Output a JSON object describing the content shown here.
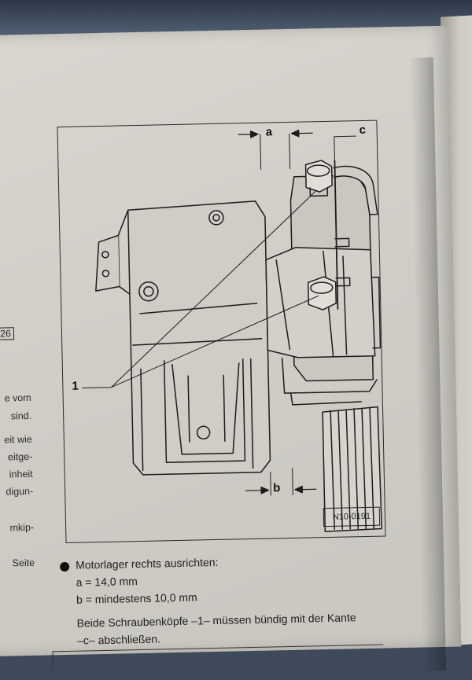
{
  "left_margin_texts": [
    {
      "text": "26",
      "boxed": true
    },
    {
      "text": "e vom"
    },
    {
      "text": "sind."
    },
    {
      "text": "eit wie"
    },
    {
      "text": "eitge-"
    },
    {
      "text": "inheit"
    },
    {
      "text": "digun-"
    },
    {
      "text": "mkip-"
    },
    {
      "text": "Seite"
    }
  ],
  "figure": {
    "label_a": "a",
    "label_b": "b",
    "label_c": "c",
    "label_1": "1",
    "reference": "N10-0191"
  },
  "instruction": {
    "title": "Motorlager rechts ausrichten:",
    "line_a": "a = 14,0 mm",
    "line_b": "b = mindestens 10,0 mm",
    "note_line1": "Beide Schraubenköpfe –1– müssen bündig mit der Kante",
    "note_line2": "–c– abschließen."
  }
}
